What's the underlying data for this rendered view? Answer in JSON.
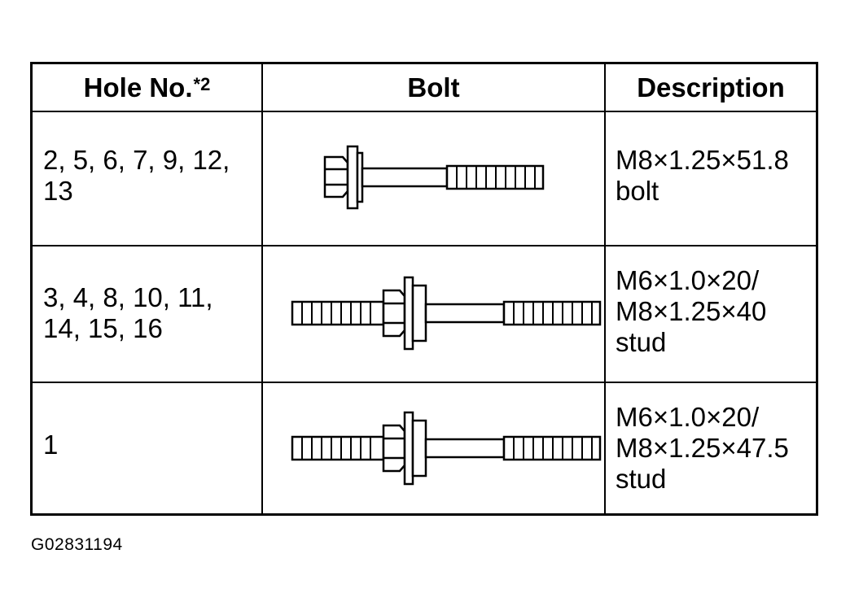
{
  "table": {
    "headers": {
      "hole_no": "Hole No.",
      "hole_no_note": "*2",
      "bolt": "Bolt",
      "description": "Description"
    },
    "rows": [
      {
        "hole_no": "2, 5, 6, 7, 9, 12,\n13",
        "bolt_icon": "flange-bolt-icon",
        "description": "M8×1.25×51.8\nbolt"
      },
      {
        "hole_no": "3, 4, 8, 10, 11,\n14, 15, 16",
        "bolt_icon": "stud-bolt-icon",
        "description": "M6×1.0×20/\nM8×1.25×40\nstud"
      },
      {
        "hole_no": "1",
        "bolt_icon": "stud-bolt-icon",
        "description": "M6×1.0×20/\nM8×1.25×47.5\nstud"
      }
    ]
  },
  "figure_id": "G02831194"
}
